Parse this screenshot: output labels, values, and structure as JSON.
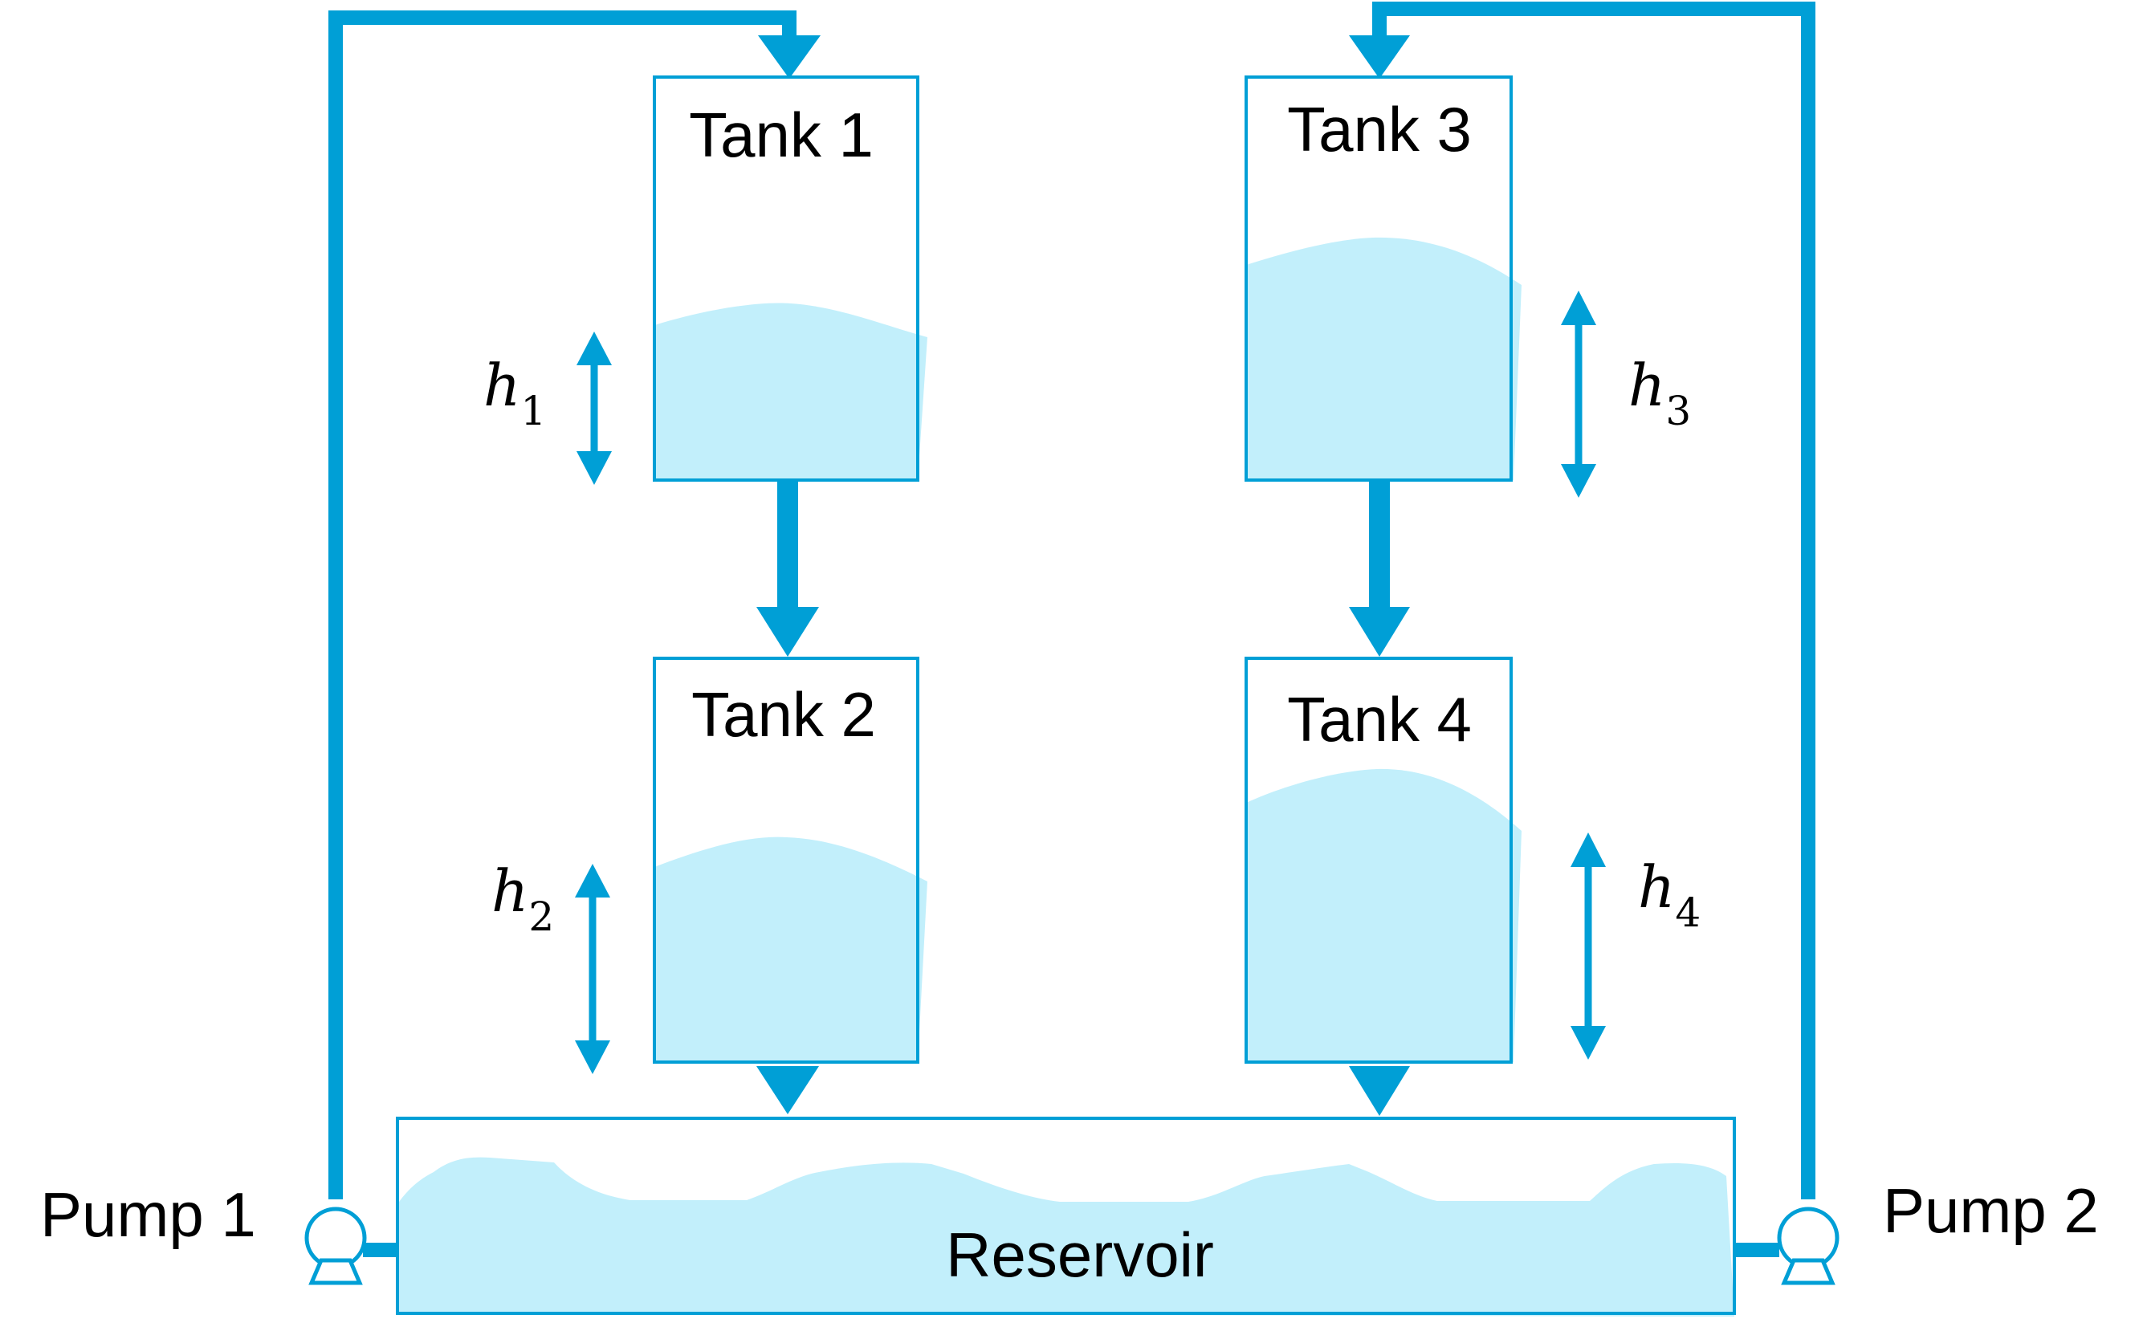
{
  "colors": {
    "pipe": "#009fd6",
    "water": "#c2effb",
    "tank_border": "#009fd6",
    "text": "#000000",
    "background": "#ffffff"
  },
  "tanks": [
    {
      "label": "Tank 1",
      "level_var": "h",
      "level_sub": "1"
    },
    {
      "label": "Tank 2",
      "level_var": "h",
      "level_sub": "2"
    },
    {
      "label": "Tank 3",
      "level_var": "h",
      "level_sub": "3"
    },
    {
      "label": "Tank 4",
      "level_var": "h",
      "level_sub": "4"
    }
  ],
  "reservoir": {
    "label": "Reservoir"
  },
  "pumps": [
    {
      "label": "Pump 1",
      "icon": "pump-icon"
    },
    {
      "label": "Pump 2",
      "icon": "pump-icon"
    }
  ]
}
